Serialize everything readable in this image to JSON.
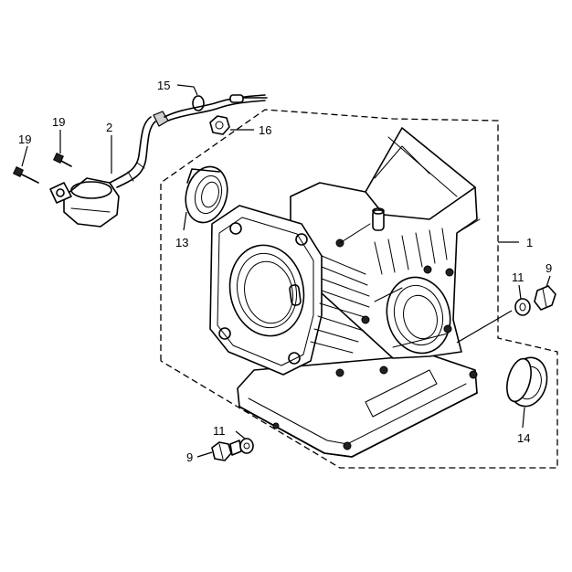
{
  "diagram": {
    "callouts": {
      "c1": "1",
      "c2": "2",
      "c9a": "9",
      "c9b": "9",
      "c11a": "11",
      "c11b": "11",
      "c13": "13",
      "c14": "14",
      "c15": "15",
      "c16": "16",
      "c19a": "19",
      "c19b": "19"
    }
  }
}
